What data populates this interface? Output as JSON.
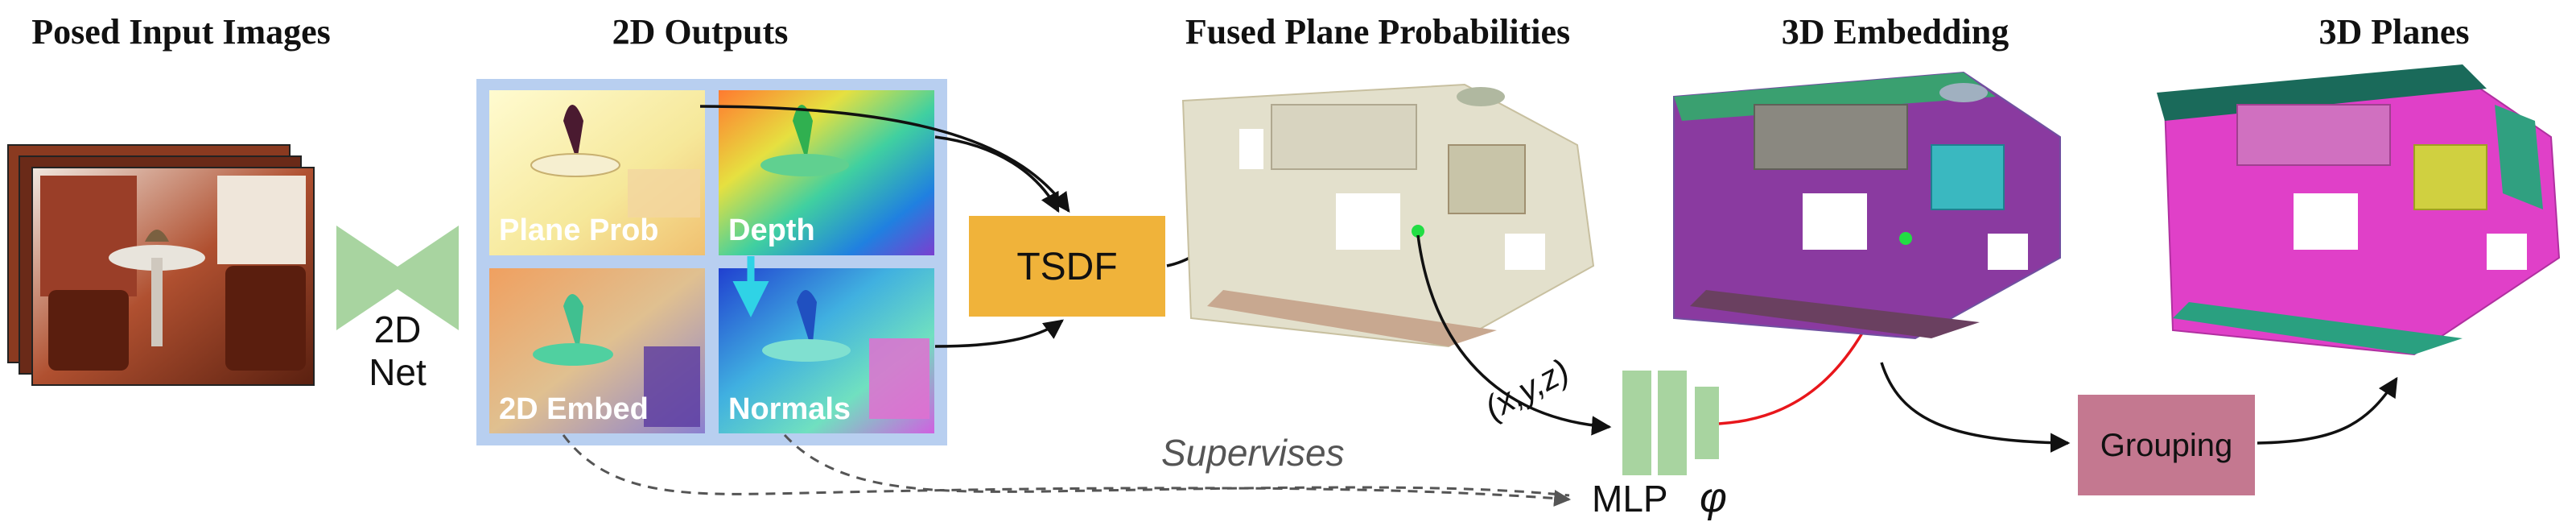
{
  "headings": {
    "posed_input": "Posed Input Images",
    "outputs_2d": "2D Outputs",
    "fused_plane": "Fused Plane Probabilities",
    "embedding_3d": "3D Embedding",
    "planes_3d": "3D Planes"
  },
  "net": {
    "line1": "2D",
    "line2": "Net"
  },
  "outputs": {
    "plane_prob": "Plane Prob",
    "depth": "Depth",
    "embed_2d": "2D Embed",
    "normals": "Normals"
  },
  "tsdf_label": "TSDF",
  "mlp_label": "MLP",
  "phi_symbol": "φ",
  "xyz_label": "(x,y,z)",
  "supervises_label": "Supervises",
  "grouping_label": "Grouping",
  "colors": {
    "tsdf_box": "#f0b33a",
    "grouping_box": "#c47890",
    "outputs_frame": "#b8cff0",
    "net_green": "#a8d4a0",
    "mlp_green": "#a8d4a0",
    "query_point": "#22dd44",
    "red_arrow": "#e8161b",
    "cyan_arrow": "#2fd3e6",
    "supervise_arrow": "#555555"
  }
}
